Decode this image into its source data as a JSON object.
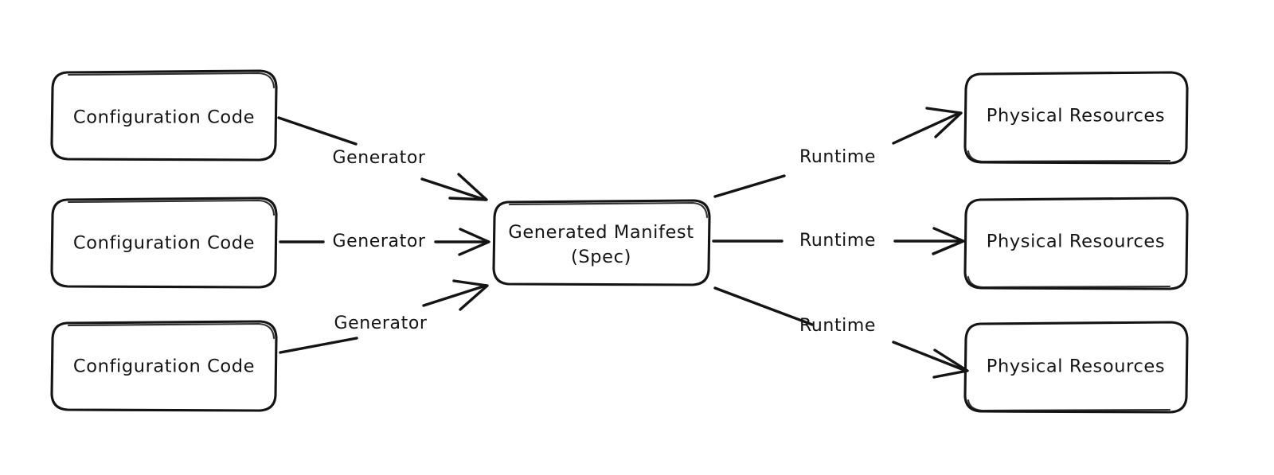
{
  "diagram": {
    "title": "Configuration Code to Physical Resources flow",
    "background_color": "#ffffff",
    "stroke_color": "#141414",
    "style": "hand-drawn"
  },
  "nodes": {
    "sources": [
      {
        "id": "config-code-1",
        "label": "Configuration Code"
      },
      {
        "id": "config-code-2",
        "label": "Configuration Code"
      },
      {
        "id": "config-code-3",
        "label": "Configuration Code"
      }
    ],
    "center": {
      "id": "generated-manifest",
      "label_line_1": "Generated Manifest",
      "label_line_2": "(Spec)"
    },
    "targets": [
      {
        "id": "physical-resources-1",
        "label": "Physical Resources"
      },
      {
        "id": "physical-resources-2",
        "label": "Physical Resources"
      },
      {
        "id": "physical-resources-3",
        "label": "Physical Resources"
      }
    ]
  },
  "edges": {
    "inbound": [
      {
        "id": "edge-generator-1",
        "label": "Generator",
        "from": "config-code-1",
        "to": "generated-manifest"
      },
      {
        "id": "edge-generator-2",
        "label": "Generator",
        "from": "config-code-2",
        "to": "generated-manifest"
      },
      {
        "id": "edge-generator-3",
        "label": "Generator",
        "from": "config-code-3",
        "to": "generated-manifest"
      }
    ],
    "outbound": [
      {
        "id": "edge-runtime-1",
        "label": "Runtime",
        "from": "generated-manifest",
        "to": "physical-resources-1"
      },
      {
        "id": "edge-runtime-2",
        "label": "Runtime",
        "from": "generated-manifest",
        "to": "physical-resources-2"
      },
      {
        "id": "edge-runtime-3",
        "label": "Runtime",
        "from": "generated-manifest",
        "to": "physical-resources-3"
      }
    ]
  }
}
